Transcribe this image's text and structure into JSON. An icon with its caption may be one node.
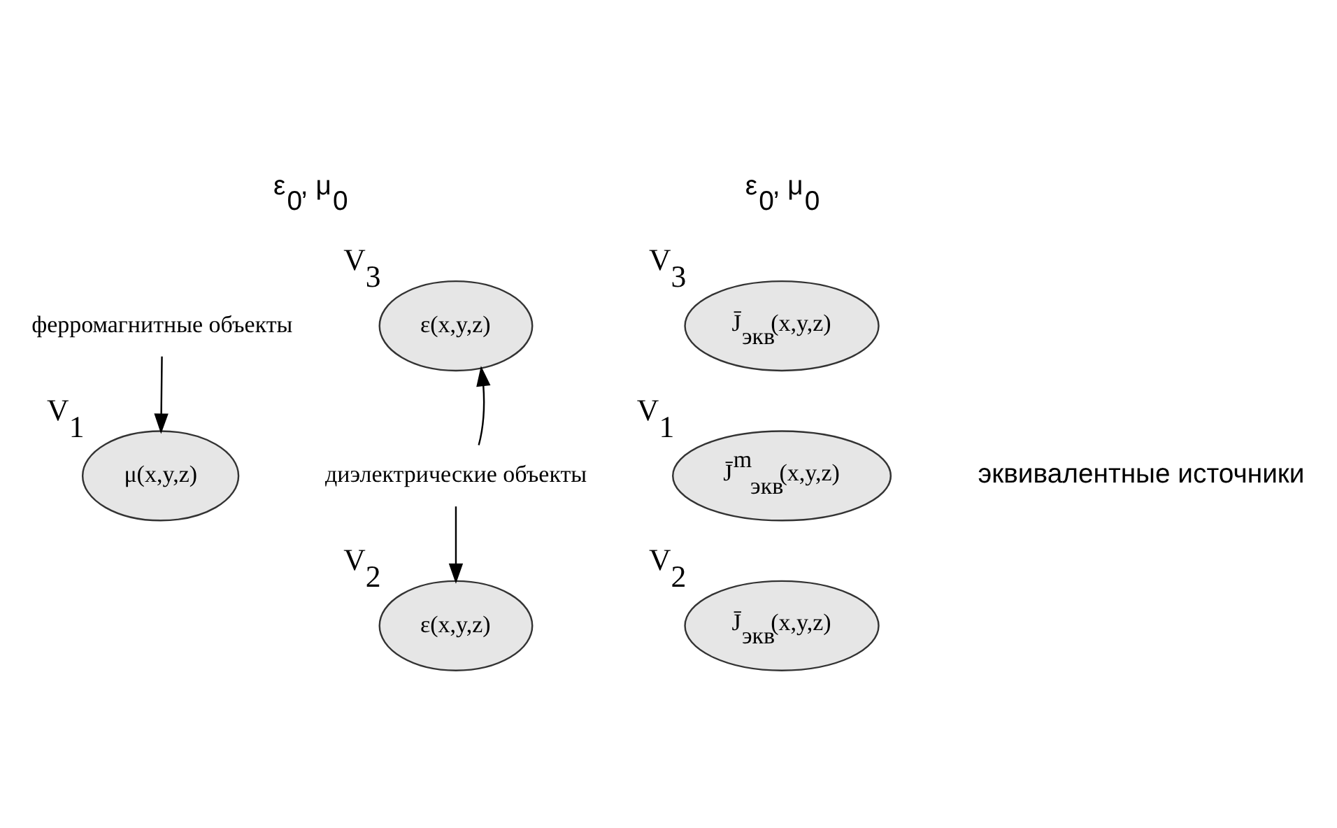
{
  "diagram": {
    "nodes": [
      {
        "text": [
          "ферромагнитные объекты"
        ]
      },
      {
        "text": [
          "μ(x,y,z)"
        ],
        "beside": [
          "V$_{1}$"
        ]
      },
      {
        "text": [
          "диэлектрические объекты"
        ]
      },
      {
        "text": [
          "ε(x,y,z)"
        ],
        "beside": [
          "V$_{3}$"
        ]
      },
      {
        "text": [
          "ε(x,y,z)"
        ],
        "beside": [
          "V$_{2}$"
        ]
      },
      {
        "text": [
          "J̄$_{экв}$(x,y,z)"
        ],
        "beside": [
          "V$_{3}$"
        ]
      },
      {
        "text": [
          "J̄$^{m}$$_{экв}$(x,y,z)"
        ],
        "beside": [
          "V$_{1}$"
        ]
      },
      {
        "text": [
          "J̄$_{экв}$(x,y,z)"
        ],
        "beside": [
          "V$_{2}$"
        ]
      }
    ],
    "edges": [
      {
        "from": 0,
        "to": 1,
        "arrow": "to"
      },
      {
        "from": 2,
        "to": 3,
        "arrow": "to"
      },
      {
        "from": 2,
        "to": 4,
        "arrow": "to"
      }
    ],
    "labels": [
      "ε$_{0}$, μ$_{0}$",
      "ε$_{0}$, μ$_{0}$",
      "эквивалентные источники"
    ]
  }
}
